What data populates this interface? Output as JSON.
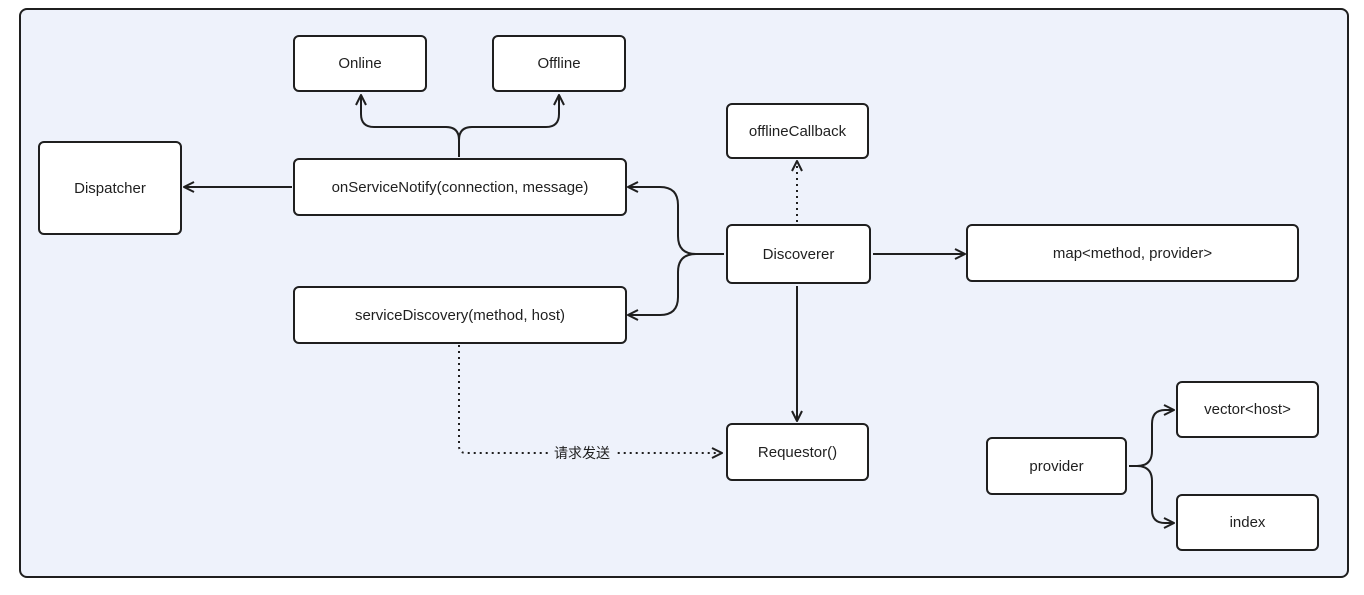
{
  "nodes": {
    "online": "Online",
    "offline": "Offline",
    "offline_callback": "offlineCallback",
    "dispatcher": "Dispatcher",
    "on_service_notify": "onServiceNotify(connection, message)",
    "discoverer": "Discoverer",
    "map_method_provider": "map<method, provider>",
    "service_discovery": "serviceDiscovery(method, host)",
    "requestor": "Requestor()",
    "provider": "provider",
    "vector_host": "vector<host>",
    "index": "index"
  },
  "edges": {
    "request_send_label": "请求发送"
  },
  "colors": {
    "canvas_background": "#eef2fb",
    "node_fill": "#ffffff",
    "stroke": "#1f1f1f"
  }
}
